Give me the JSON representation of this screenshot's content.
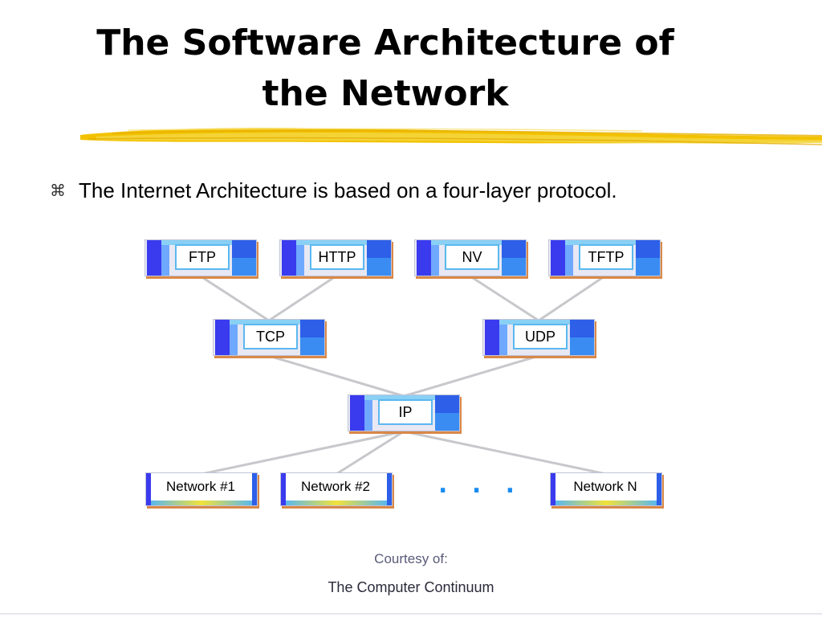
{
  "slide": {
    "title_line_1": "The Software Architecture of",
    "title_line_2": "the Network",
    "bullet_icon": "⌘",
    "bullet_text": "The Internet Architecture is based on a four-layer protocol.",
    "accent_color": "#f2c200"
  },
  "diagram": {
    "application_layer": [
      {
        "id": "ftp",
        "label": "FTP"
      },
      {
        "id": "http",
        "label": "HTTP"
      },
      {
        "id": "nv",
        "label": "NV"
      },
      {
        "id": "tftp",
        "label": "TFTP"
      }
    ],
    "transport_layer": [
      {
        "id": "tcp",
        "label": "TCP"
      },
      {
        "id": "udp",
        "label": "UDP"
      }
    ],
    "network_layer": [
      {
        "id": "ip",
        "label": "IP"
      }
    ],
    "link_layer": [
      {
        "id": "net1",
        "label": "Network #1"
      },
      {
        "id": "net2",
        "label": "Network #2"
      },
      {
        "id": "netn",
        "label": "Network N"
      }
    ],
    "ellipsis": ". . .",
    "edges": [
      [
        "ftp",
        "tcp"
      ],
      [
        "http",
        "tcp"
      ],
      [
        "nv",
        "udp"
      ],
      [
        "tftp",
        "udp"
      ],
      [
        "tcp",
        "ip"
      ],
      [
        "udp",
        "ip"
      ],
      [
        "ip",
        "net1"
      ],
      [
        "ip",
        "net2"
      ],
      [
        "ip",
        "netn"
      ]
    ]
  },
  "credits": {
    "line_1": "Courtesy of:",
    "line_2": "The Computer Continuum"
  }
}
